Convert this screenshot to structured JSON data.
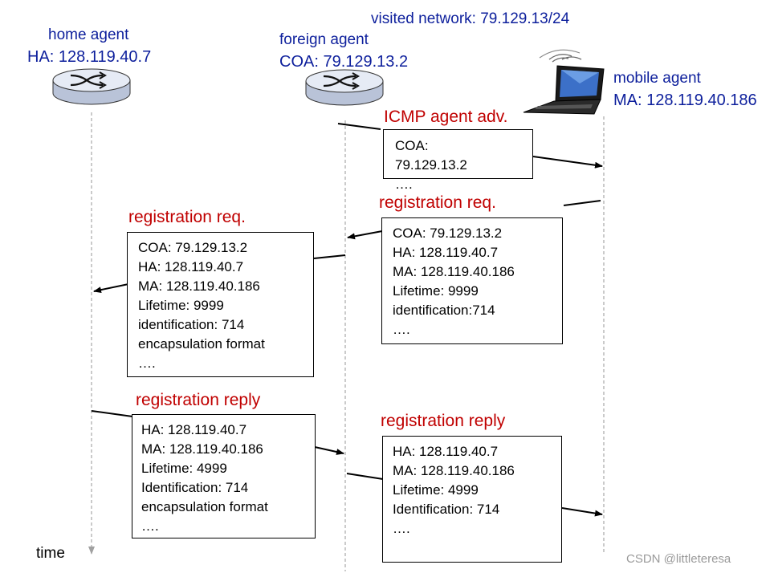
{
  "visited_network": "visited network: 79.129.13/24",
  "home_agent": {
    "name": "home agent",
    "address": "HA: 128.119.40.7"
  },
  "foreign_agent": {
    "name": "foreign agent",
    "address": "COA: 79.129.13.2"
  },
  "mobile_agent": {
    "name": "mobile agent",
    "address": "MA: 128.119.40.186"
  },
  "messages": {
    "icmp_adv": {
      "title": "ICMP agent adv.",
      "lines": [
        "COA:",
        "79.129.13.2",
        "…."
      ]
    },
    "reg_req_fa": {
      "title": "registration req.",
      "lines": [
        "COA: 79.129.13.2",
        "HA: 128.119.40.7",
        "MA: 128.119.40.186",
        "Lifetime: 9999",
        "identification:714",
        "…."
      ]
    },
    "reg_req_ha": {
      "title": "registration req.",
      "lines": [
        "COA: 79.129.13.2",
        "HA: 128.119.40.7",
        "MA: 128.119.40.186",
        "Lifetime: 9999",
        "identification: 714",
        "encapsulation format",
        "…."
      ]
    },
    "reg_reply_ha": {
      "title": "registration reply",
      "lines": [
        "HA: 128.119.40.7",
        "MA: 128.119.40.186",
        "Lifetime: 4999",
        "Identification: 714",
        "encapsulation format",
        "…."
      ]
    },
    "reg_reply_fa": {
      "title": "registration reply",
      "lines": [
        "HA: 128.119.40.7",
        "MA: 128.119.40.186",
        "Lifetime: 4999",
        "Identification: 714",
        "…."
      ]
    }
  },
  "time_label": "time",
  "watermark": "CSDN @littleteresa",
  "colors": {
    "label_blue": "#0d1f9c",
    "message_red": "#c00000",
    "router_fill": "#e6ebf5"
  },
  "icons": {
    "home_router": "router-icon",
    "foreign_router": "router-icon",
    "mobile": "laptop-icon"
  }
}
